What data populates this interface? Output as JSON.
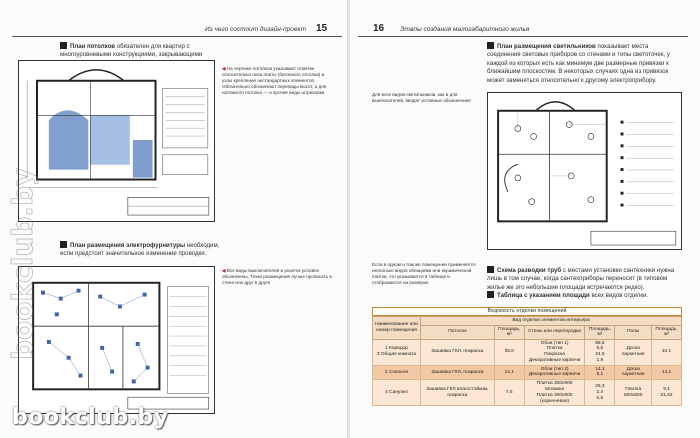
{
  "left_page": {
    "running_head": "Из чего состоит дизайн-проект",
    "page_number": "15",
    "para1_bold": "План потолков",
    "para1_text": " обязателен для квартир с многоуровневыми конструкциями, закрывающими верхний предел комнаты.",
    "note1_mark": "◀",
    "note1_text": "На чертеже потолков указывают отметки относительно низа плиты (бетонного потолка) и узлы крепления нестандартных элементов. Обязательно обозначают перепады высот, а для натяжного потолка — и прочие виды штриховки",
    "para2_bold": "План размещения электрофурнитуры",
    "para2_text": " необходим, если предстоит значительное изменение проводки.",
    "note2_mark": "◀",
    "note2_text": "Все виды выключателей и розеток условно обозначены. Точки размещения лучше прописать в стене или друг в друге"
  },
  "right_page": {
    "running_head": "Этапы создания малогабаритного жилья",
    "page_number": "16",
    "para1_bold": "План размещения светильников",
    "para1_text": " показывает места соединения световых приборов со стенами и типы светоточек, у каждой из которых есть как минимум две размерные привязки к ближайшим плоскостям. В некоторых случаях одна из привязок может заменяться относительно к другому электроприбору.",
    "side_note1": "Для всех видов светильников, как и для выключателей, вводят условные обозначения",
    "side_note2": "Если в одном и том же помещении применяется несколько видов облицовки или керамической плитки, это указывается в таблице и отображается на разверке",
    "para2_bold": "Схема разводки труб",
    "para2_text": " с местами установки сантехники нужна лишь в том случае, когда сантехприборы переносят (в типовом жилье же это небольшие площади встречаются редко).",
    "para3_bold": "Таблица с указанием площади",
    "para3_text": " всех видов отделки."
  },
  "table": {
    "title": "Ведомость отделки помещений",
    "headers": {
      "room": "Наименование или номер помещения",
      "ceiling": "Потолок",
      "area1": "Площадь, м²",
      "group": "Вид отделки элементов интерьера",
      "walls": "Стены или перегородки",
      "area2": "Площадь, м²",
      "floor": "Полы",
      "area3": "Площадь, м²"
    },
    "rows": [
      {
        "room": "1 Коридор\n3 Общая комната",
        "ceiling": "Зашивка ГКЛ, покраска",
        "a1": "35,0",
        "walls": "Обои (тип 1)\nПлитка\nПокраска\nДекоративные кирпичи",
        "a2": "58,5\n5,5\n24,5\n1,9",
        "floor": "Доска паркетная",
        "a3": "34,1"
      },
      {
        "room": "2 Спальня",
        "ceiling": "Зашивка ГКЛ, покраска",
        "a1": "14,1",
        "walls": "Обои (тип 2)\nДекоративные кирпичи",
        "a2": "14,1\n9,1",
        "floor": "Доска паркетная",
        "a3": "14,1"
      },
      {
        "room": "4 Санузел",
        "ceiling": "Зашивка ГКЛ влагостойким, покраска",
        "a1": "7,6",
        "walls": "Плитка 300x900\nМозаика\nПлитка 300x900 (коричневая)",
        "a2": "26,3\n2,4\n5,5",
        "floor": "Плитка 600x600",
        "a3": "9,1\n21,32"
      }
    ]
  },
  "plans": {
    "ceiling_caption": "План потолков",
    "electric_caption": "План электрофурнитуры",
    "lighting_caption": "План светильников"
  },
  "watermark": {
    "text": "bookclub.by"
  },
  "colors": {
    "accent_red": "#b5202a",
    "table_header": "#f2dcc4",
    "table_highlight": "#f3c8a4",
    "plan_blue": "#6b8fc4"
  }
}
